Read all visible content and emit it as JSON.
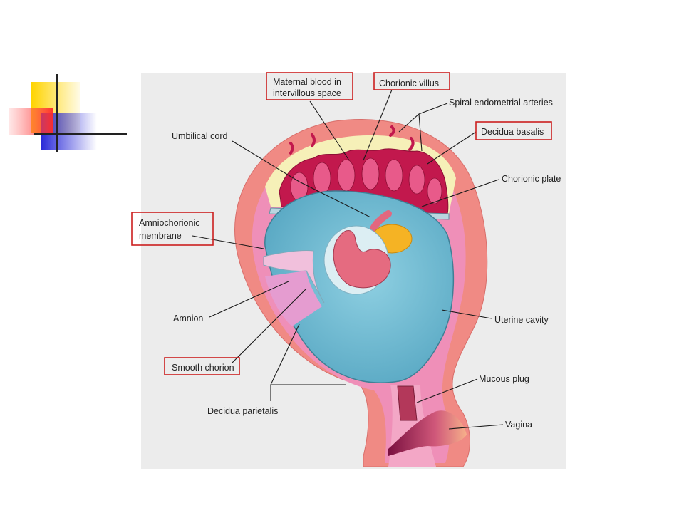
{
  "labels": {
    "maternal_blood_1": "Maternal blood in",
    "maternal_blood_2": "intervillous space",
    "chorionic_villus": "Chorionic villus",
    "spiral_arteries": "Spiral endometrial arteries",
    "decidua_basalis": "Decidua basalis",
    "umbilical_cord": "Umbilical cord",
    "chorionic_plate": "Chorionic plate",
    "amniochorionic_1": "Amniochorionic",
    "amniochorionic_2": "membrane",
    "amnion": "Amnion",
    "uterine_cavity": "Uterine cavity",
    "smooth_chorion": "Smooth chorion",
    "mucous_plug": "Mucous plug",
    "decidua_parietalis": "Decidua parietalis",
    "vagina": "Vagina"
  },
  "colors": {
    "highlight_box": "#cc1f1f",
    "uterine_wall": "#f08a84",
    "decidua_parietalis": "#ef8fb8",
    "amniotic_fluid": "#7fc3d8",
    "placenta": "#c2184d",
    "yolk_sac": "#f5b324"
  }
}
